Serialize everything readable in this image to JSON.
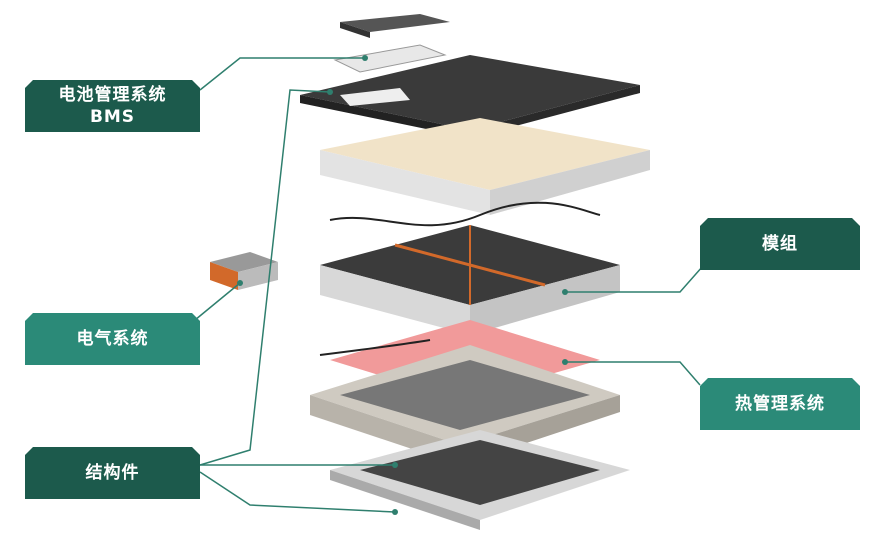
{
  "labels": {
    "bms": {
      "line1": "电池管理系统",
      "line2": "BMS"
    },
    "module": "模组",
    "electrical": "电气系统",
    "thermal": "热管理系统",
    "structure": "结构件"
  },
  "colors": {
    "dark": "#1c5a4c",
    "teal": "#2b8a78",
    "line": "#2f7f6e"
  }
}
